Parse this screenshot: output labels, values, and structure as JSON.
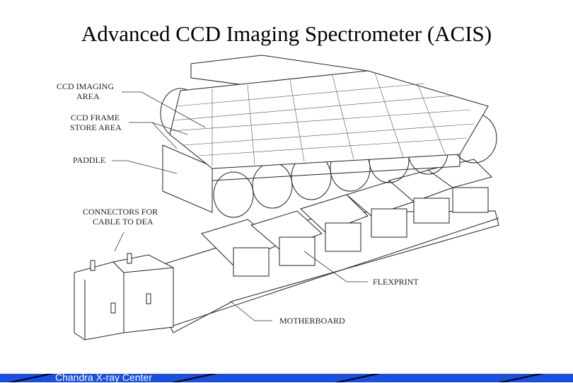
{
  "title": "Advanced CCD Imaging Spectrometer (ACIS)",
  "labels": {
    "imaging_1": "CCD IMAGING",
    "imaging_2": "AREA",
    "frame_1": "CCD FRAME",
    "frame_2": "STORE AREA",
    "paddle": "PADDLE",
    "connectors_1": "CONNECTORS FOR",
    "connectors_2": "CABLE TO DEA",
    "flexprint": "FLEXPRINT",
    "motherboard": "MOTHERBOARD"
  },
  "footer": "Chandra X-ray Center"
}
